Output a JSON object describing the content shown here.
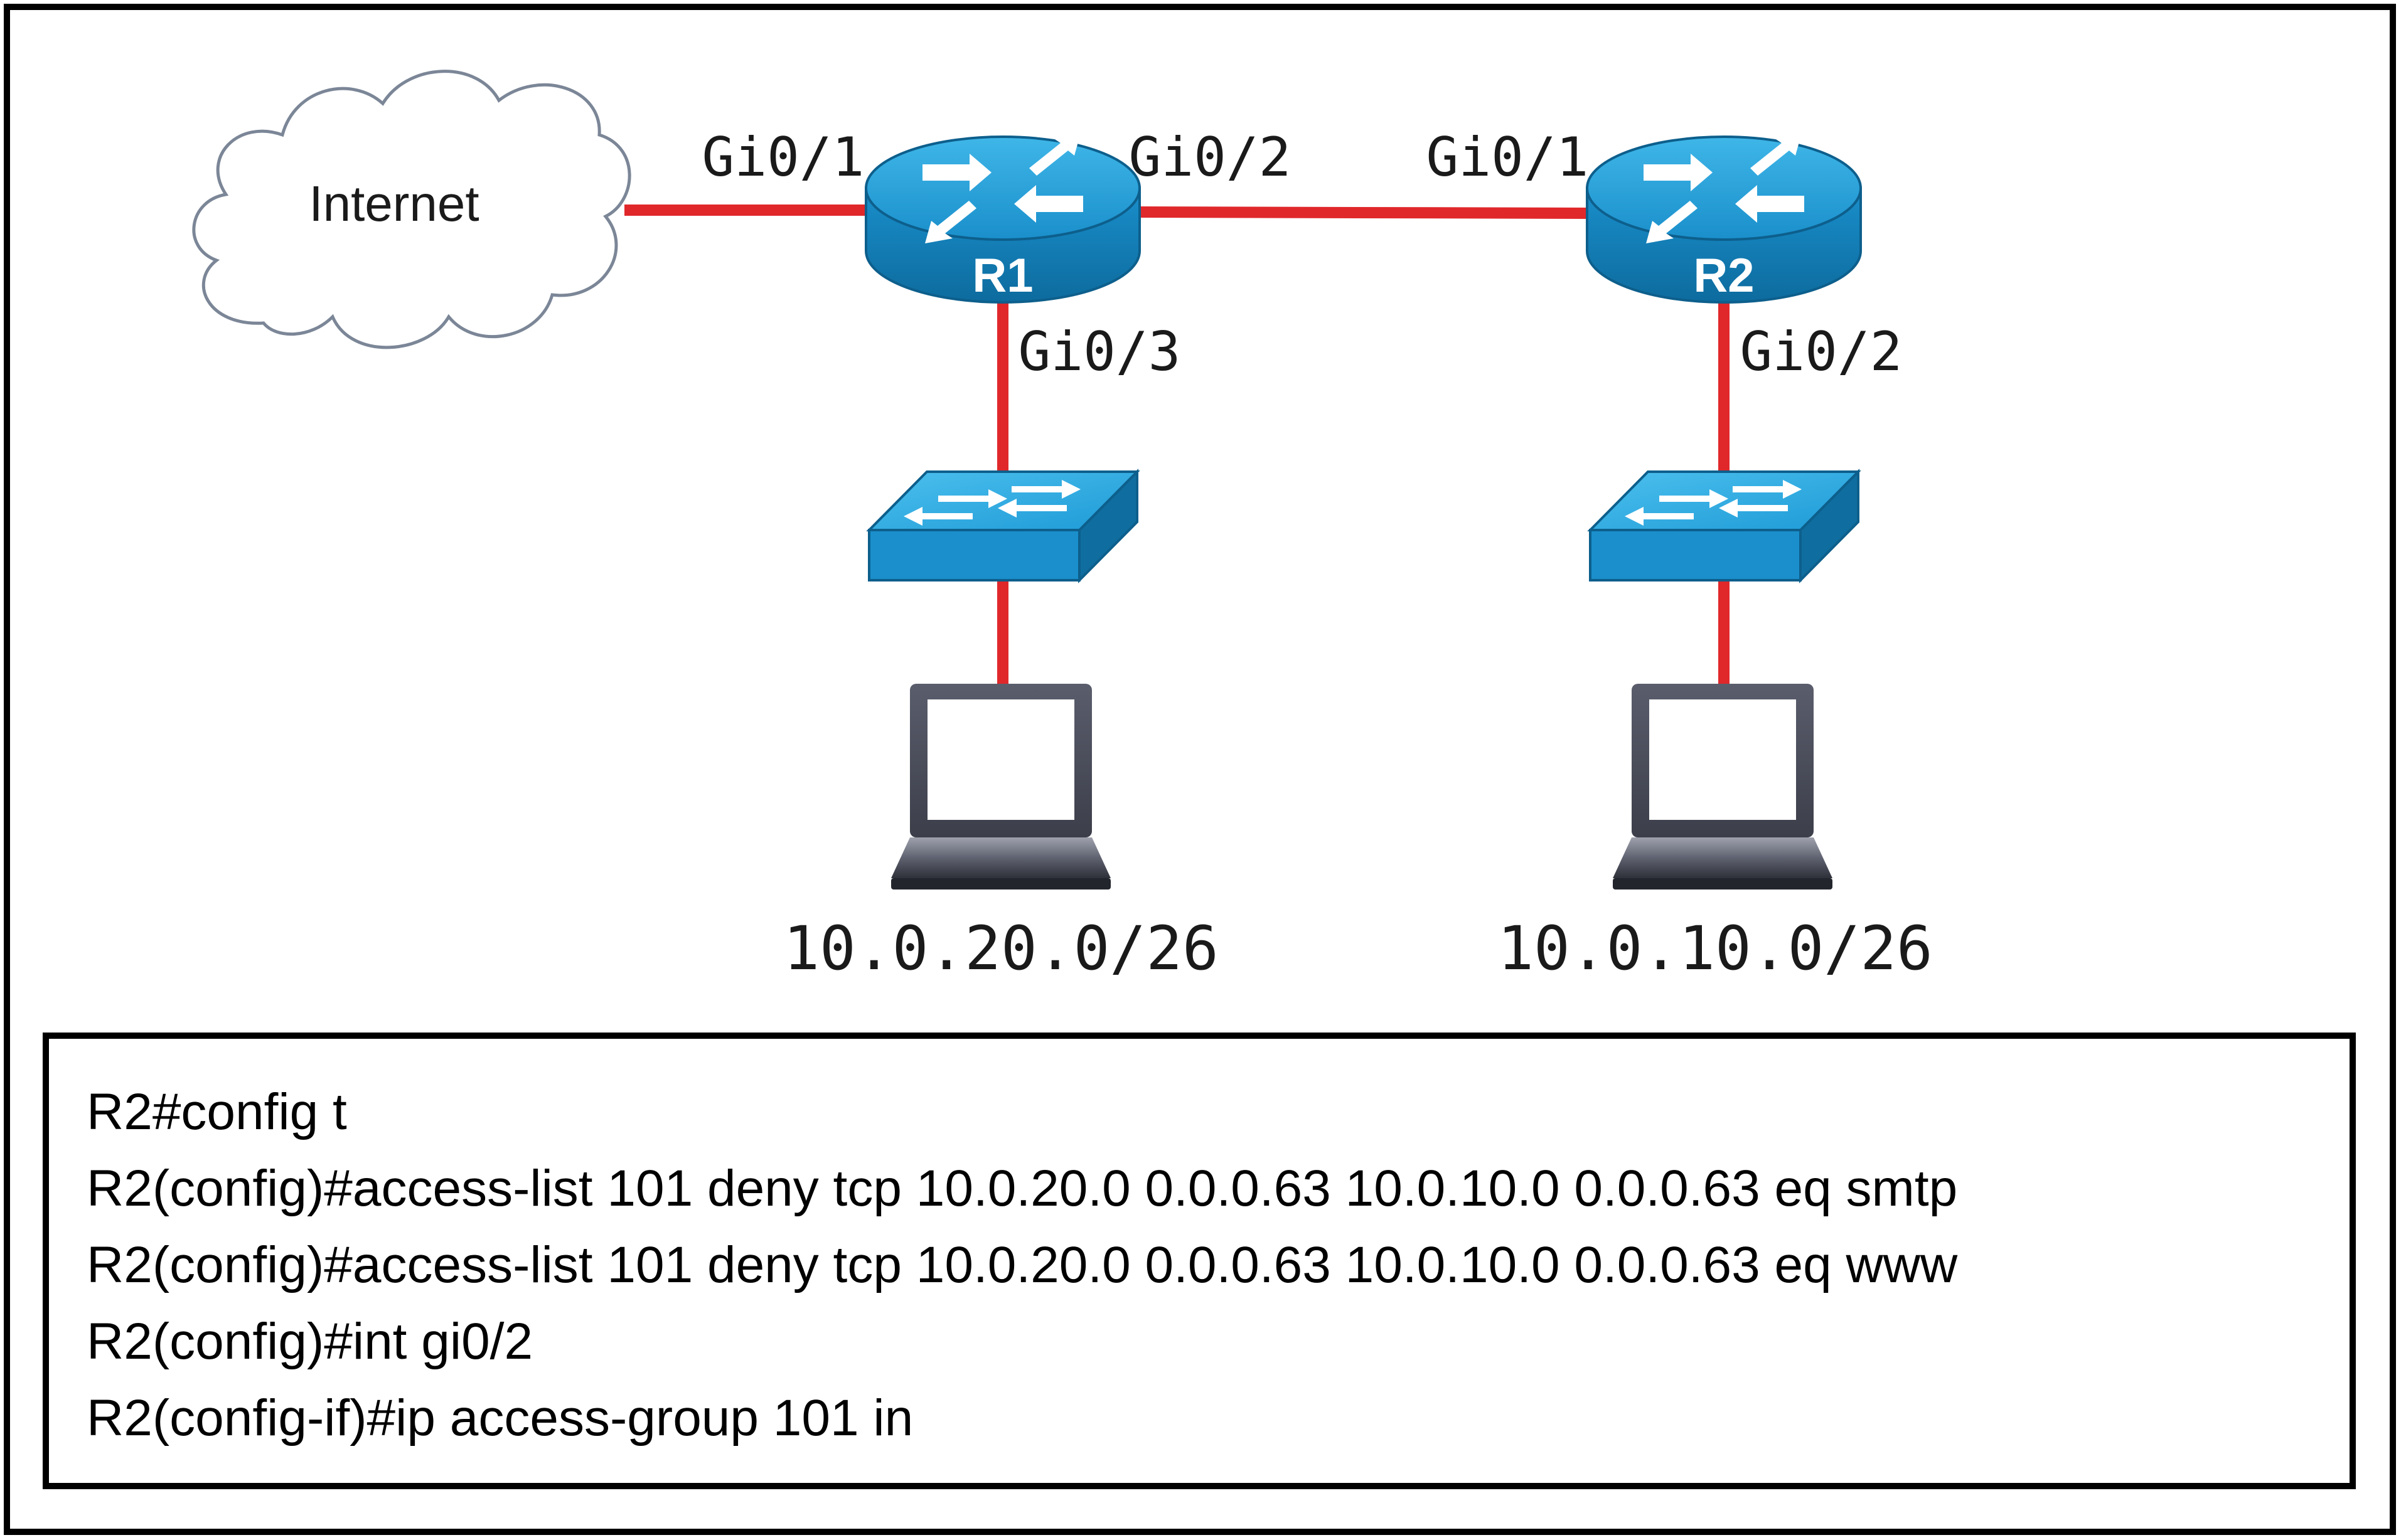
{
  "network": {
    "cloud_label": "Internet",
    "routers": {
      "r1": "R1",
      "r2": "R2"
    },
    "ports": {
      "r1_internet": "Gi0/1",
      "r1_to_r2": "Gi0/2",
      "r1_lan": "Gi0/3",
      "r2_from_r1": "Gi0/1",
      "r2_lan": "Gi0/2"
    },
    "subnets": {
      "left": "10.0.20.0/26",
      "right": "10.0.10.0/26"
    },
    "colors": {
      "link": "#e0282b",
      "device_blue": "#1e9ad6",
      "device_blue_dark": "#0f6e9f",
      "laptop_frame": "#4a4d5c"
    }
  },
  "config": {
    "lines": [
      "R2#config t",
      "R2(config)#access-list 101 deny tcp 10.0.20.0 0.0.0.63 10.0.10.0 0.0.0.63 eq smtp",
      "R2(config)#access-list 101 deny tcp 10.0.20.0 0.0.0.63 10.0.10.0 0.0.0.63 eq www",
      "R2(config)#int gi0/2",
      "R2(config-if)#ip access-group 101 in"
    ]
  }
}
